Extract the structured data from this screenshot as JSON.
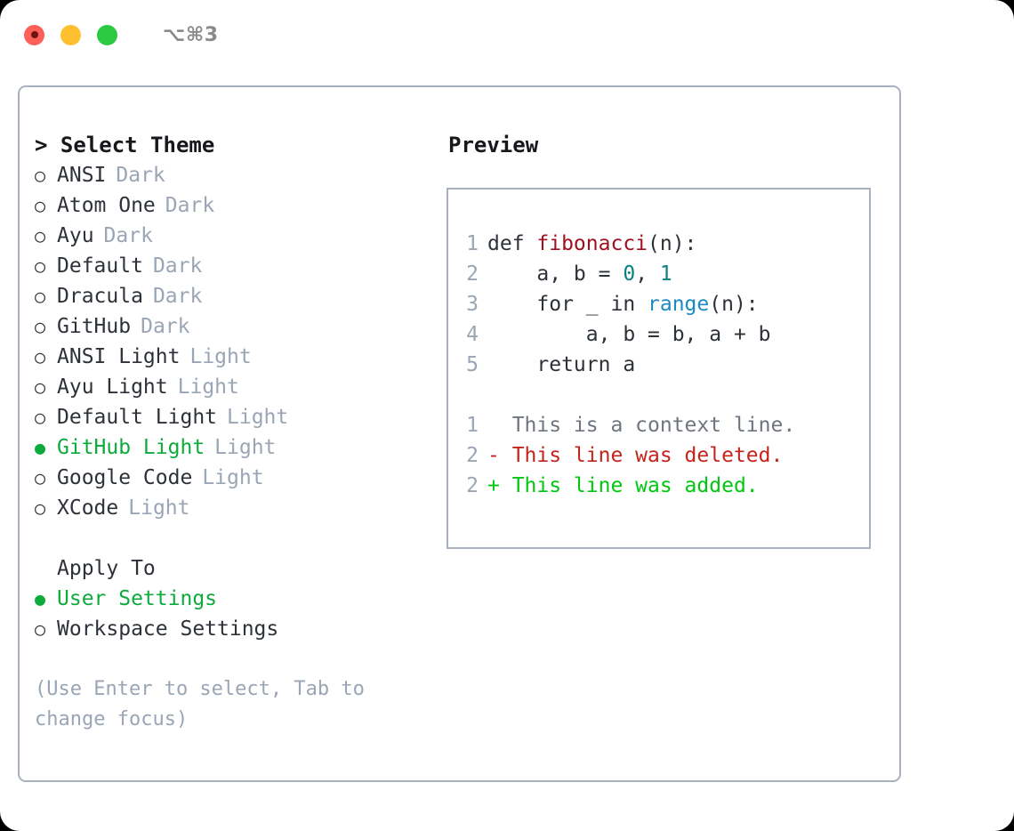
{
  "titlebar": {
    "shortcut": "⌥⌘3",
    "lights": [
      {
        "name": "close",
        "color": "#fc6058"
      },
      {
        "name": "minimize",
        "color": "#fec02f"
      },
      {
        "name": "zoom",
        "color": "#2acb42"
      }
    ]
  },
  "theme_picker": {
    "heading": "> Select Theme",
    "bullet_unselected": "○",
    "bullet_selected": "●",
    "items": [
      {
        "label": "ANSI",
        "kind": "Dark",
        "selected": false
      },
      {
        "label": "Atom One",
        "kind": "Dark",
        "selected": false
      },
      {
        "label": "Ayu",
        "kind": "Dark",
        "selected": false
      },
      {
        "label": "Default",
        "kind": "Dark",
        "selected": false
      },
      {
        "label": "Dracula",
        "kind": "Dark",
        "selected": false
      },
      {
        "label": "GitHub",
        "kind": "Dark",
        "selected": false
      },
      {
        "label": "ANSI Light",
        "kind": "Light",
        "selected": false
      },
      {
        "label": "Ayu Light",
        "kind": "Light",
        "selected": false
      },
      {
        "label": "Default Light",
        "kind": "Light",
        "selected": false
      },
      {
        "label": "GitHub Light",
        "kind": "Light",
        "selected": true
      },
      {
        "label": "Google Code",
        "kind": "Light",
        "selected": false
      },
      {
        "label": "XCode",
        "kind": "Light",
        "selected": false
      }
    ]
  },
  "apply_to": {
    "heading": "Apply To",
    "items": [
      {
        "label": "User Settings",
        "selected": true
      },
      {
        "label": "Workspace Settings",
        "selected": false
      }
    ]
  },
  "hint": "(Use Enter to select, Tab to change focus)",
  "preview": {
    "heading": "Preview",
    "code_lines": [
      {
        "no": "1",
        "tokens": [
          {
            "text": "def ",
            "cls": "tok-plain"
          },
          {
            "text": "fibonacci",
            "cls": "tok-fn"
          },
          {
            "text": "(n):",
            "cls": "tok-plain"
          }
        ]
      },
      {
        "no": "2",
        "tokens": [
          {
            "text": "    a, b = ",
            "cls": "tok-plain"
          },
          {
            "text": "0",
            "cls": "tok-num"
          },
          {
            "text": ", ",
            "cls": "tok-plain"
          },
          {
            "text": "1",
            "cls": "tok-num"
          }
        ]
      },
      {
        "no": "3",
        "tokens": [
          {
            "text": "    for _ in ",
            "cls": "tok-plain"
          },
          {
            "text": "range",
            "cls": "tok-call"
          },
          {
            "text": "(n):",
            "cls": "tok-plain"
          }
        ]
      },
      {
        "no": "4",
        "tokens": [
          {
            "text": "        a, b = b, a + b",
            "cls": "tok-plain"
          }
        ]
      },
      {
        "no": "5",
        "tokens": [
          {
            "text": "    return a",
            "cls": "tok-plain"
          }
        ]
      }
    ],
    "diff_lines": [
      {
        "no": "1",
        "marker": " ",
        "text": "  This is a context line.",
        "cls": "diff-ctx"
      },
      {
        "no": "2",
        "marker": "-",
        "text": "- This line was deleted.",
        "cls": "diff-del"
      },
      {
        "no": "2",
        "marker": "+",
        "text": "+ This line was added.",
        "cls": "diff-add"
      }
    ]
  },
  "colors": {
    "accent_green": "#0cab3c",
    "diff_add": "#00c810",
    "diff_del": "#c4241c",
    "border": "#a9b1be",
    "muted": "#9aa5b5",
    "fn": "#a01020",
    "num": "#0b8080",
    "call": "#1a8ac0"
  }
}
